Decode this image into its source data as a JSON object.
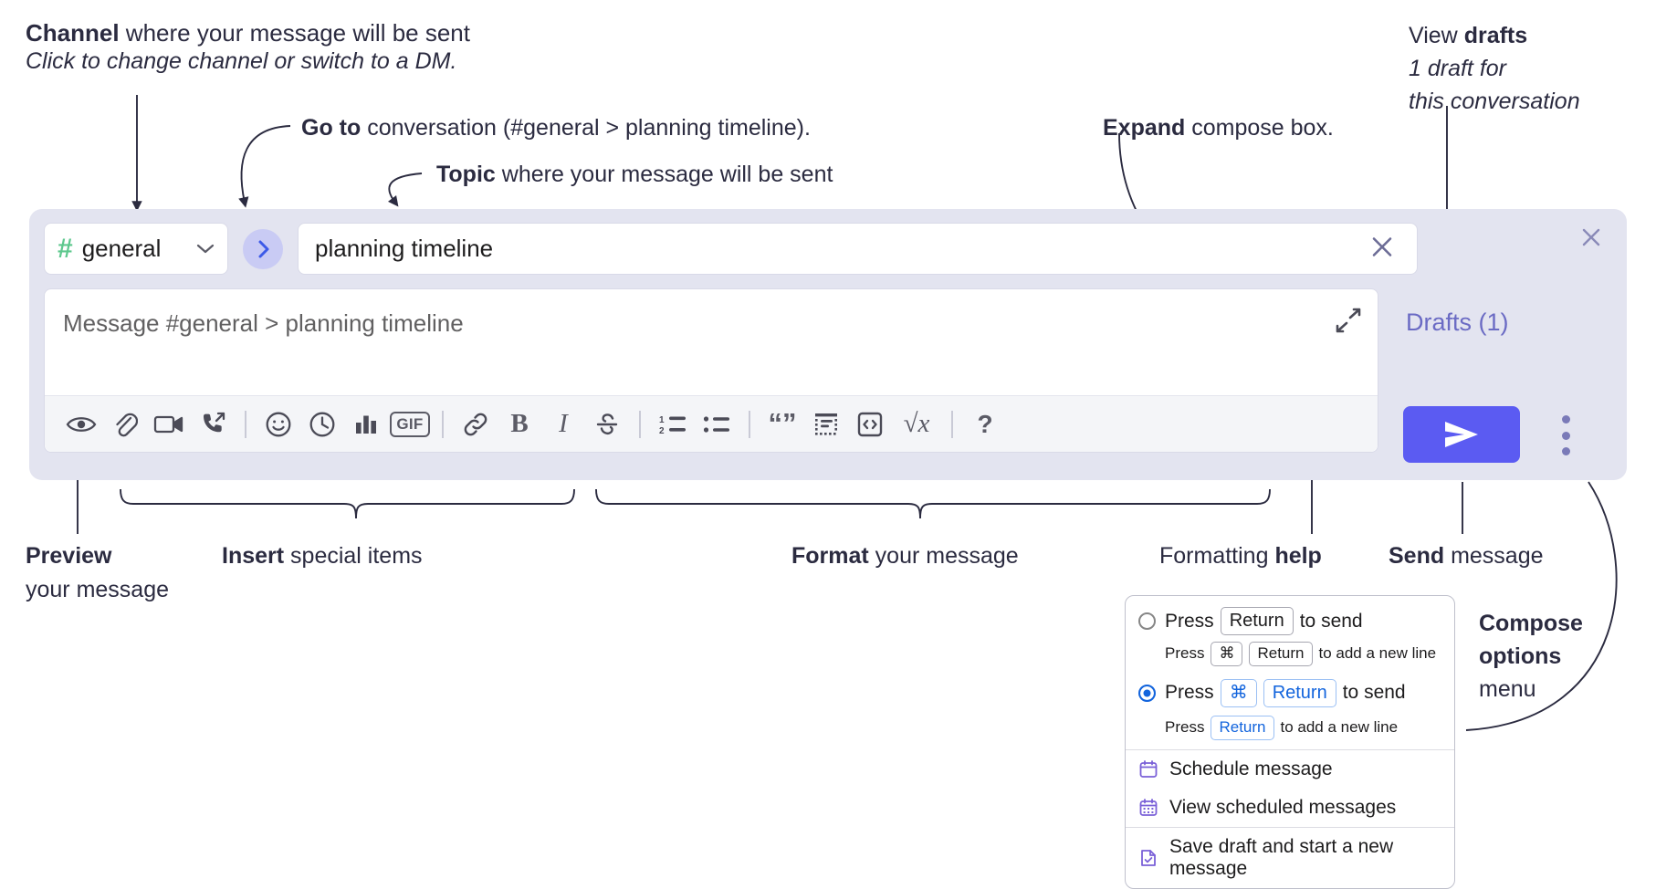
{
  "annotations": {
    "channel_line1_bold": "Channel",
    "channel_line1_rest": " where your message will be sent",
    "channel_line2": "Click to change channel or switch to a DM.",
    "goto_bold": "Go to",
    "goto_rest": " conversation (#general > planning timeline).",
    "topic_bold": "Topic",
    "topic_rest": " where your message will be sent",
    "expand_bold": "Expand",
    "expand_rest": " compose box.",
    "drafts_l1_plain": "View ",
    "drafts_l1_bold": "drafts",
    "drafts_l2": "1 draft for",
    "drafts_l3": "this conversation",
    "preview_bold": "Preview",
    "preview_line2": "your message",
    "insert_bold": "Insert",
    "insert_rest": " special items",
    "format_bold": "Format",
    "format_rest": " your message",
    "help_plain": "Formatting ",
    "help_bold": "help",
    "send_bold": "Send",
    "send_rest": " message",
    "compose_opts_l1": "Compose",
    "compose_opts_l2": "options",
    "compose_opts_l3": "menu"
  },
  "compose": {
    "channel": {
      "hash_icon": "hash-icon",
      "name": "general",
      "chevron_icon": "chevron-down-icon"
    },
    "goto": {
      "icon": "chevron-right-icon"
    },
    "topic": {
      "value": "planning timeline",
      "clear_icon": "close-icon"
    },
    "message": {
      "placeholder": "Message #general > planning timeline",
      "expand_icon": "expand-diagonal-icon"
    },
    "panel_close_icon": "close-icon",
    "drafts_label": "Drafts (1)",
    "send": {
      "icon": "paper-plane-icon",
      "color": "#5b5bf2"
    },
    "kebab_icon": "more-vertical-icon",
    "toolbar": [
      {
        "name": "preview-button",
        "icon": "eye-icon",
        "type": "icon"
      },
      {
        "name": "attach-button",
        "icon": "paperclip-icon",
        "type": "icon"
      },
      {
        "name": "video-clip-button",
        "icon": "video-camera-icon",
        "type": "icon"
      },
      {
        "name": "audio-clip-button",
        "icon": "phone-arrow-icon",
        "type": "icon"
      },
      {
        "name": "separator-1",
        "icon": "divider",
        "type": "sep"
      },
      {
        "name": "emoji-button",
        "icon": "smiley-icon",
        "type": "icon"
      },
      {
        "name": "reminder-button",
        "icon": "clock-icon",
        "type": "icon"
      },
      {
        "name": "poll-button",
        "icon": "bar-chart-icon",
        "type": "icon"
      },
      {
        "name": "gif-button",
        "icon": "gif-icon",
        "type": "text",
        "label": "GIF"
      },
      {
        "name": "separator-2",
        "icon": "divider",
        "type": "sep"
      },
      {
        "name": "link-button",
        "icon": "link-icon",
        "type": "icon"
      },
      {
        "name": "bold-button",
        "icon": "bold-icon",
        "type": "text",
        "label": "B"
      },
      {
        "name": "italic-button",
        "icon": "italic-icon",
        "type": "text",
        "label": "I"
      },
      {
        "name": "strikethrough-button",
        "icon": "strikethrough-icon",
        "type": "icon"
      },
      {
        "name": "separator-3",
        "icon": "divider",
        "type": "sep"
      },
      {
        "name": "ordered-list-button",
        "icon": "ordered-list-icon",
        "type": "icon"
      },
      {
        "name": "bullet-list-button",
        "icon": "bullet-list-icon",
        "type": "icon"
      },
      {
        "name": "separator-4",
        "icon": "divider",
        "type": "sep"
      },
      {
        "name": "blockquote-button",
        "icon": "quote-icon",
        "type": "text",
        "label": "“”"
      },
      {
        "name": "code-block-button",
        "icon": "code-block-icon",
        "type": "icon"
      },
      {
        "name": "code-button",
        "icon": "code-brackets-icon",
        "type": "icon"
      },
      {
        "name": "math-button",
        "icon": "square-root-icon",
        "type": "text",
        "label": "√x"
      },
      {
        "name": "separator-5",
        "icon": "divider",
        "type": "sep"
      },
      {
        "name": "formatting-help-button",
        "icon": "question-mark-icon",
        "type": "text",
        "label": "?"
      }
    ]
  },
  "menu": {
    "options": [
      {
        "selected": false,
        "main_prefix": "Press",
        "main_keys": [
          "Return"
        ],
        "main_suffix": "to send",
        "sub_prefix": "Press",
        "sub_keys": [
          "⌘",
          "Return"
        ],
        "sub_suffix": "to add a new line"
      },
      {
        "selected": true,
        "main_prefix": "Press",
        "main_keys": [
          "⌘",
          "Return"
        ],
        "main_suffix": "to send",
        "sub_prefix": "Press",
        "sub_keys": [
          "Return"
        ],
        "sub_suffix": "to add a new line"
      }
    ],
    "items": [
      {
        "icon": "calendar-icon",
        "label": "Schedule message"
      },
      {
        "icon": "calendar-grid-icon",
        "label": "View scheduled messages"
      },
      {
        "icon": "document-check-icon",
        "label": "Save draft and start a new message"
      }
    ]
  }
}
